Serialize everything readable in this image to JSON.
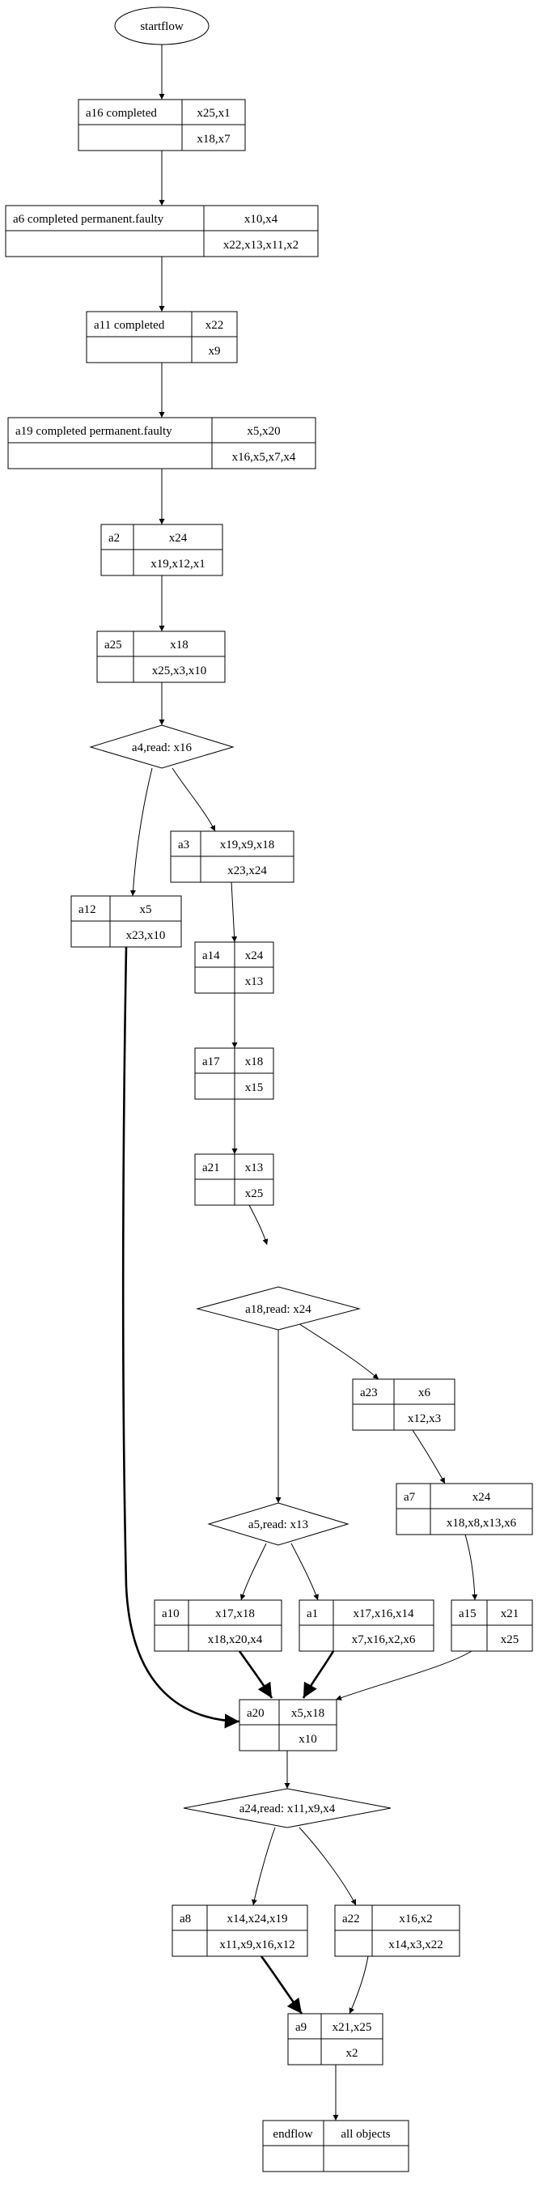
{
  "start": {
    "label": "startflow"
  },
  "nodes": {
    "a16": {
      "label": "a16 completed",
      "written": "x25,x1",
      "read": "x18,x7"
    },
    "a6": {
      "label": "a6 completed permanent.faulty",
      "written": "x10,x4",
      "read": "x22,x13,x11,x2"
    },
    "a11": {
      "label": "a11 completed",
      "written": "x22",
      "read": "x9"
    },
    "a19": {
      "label": "a19 completed permanent.faulty",
      "written": "x5,x20",
      "read": "x16,x5,x7,x4"
    },
    "a2": {
      "label": "a2",
      "written": "x24",
      "read": "x19,x12,x1"
    },
    "a25": {
      "label": "a25",
      "written": "x18",
      "read": "x25,x3,x10"
    },
    "a3": {
      "label": "a3",
      "written": "x19,x9,x18",
      "read": "x23,x24"
    },
    "a12": {
      "label": "a12",
      "written": "x5",
      "read": "x23,x10"
    },
    "a14": {
      "label": "a14",
      "written": "x24",
      "read": "x13"
    },
    "a17": {
      "label": "a17",
      "written": "x18",
      "read": "x15"
    },
    "a21": {
      "label": "a21",
      "written": "x13",
      "read": "x25"
    },
    "a23": {
      "label": "a23",
      "written": "x6",
      "read": "x12,x3"
    },
    "a7": {
      "label": "a7",
      "written": "x24",
      "read": "x18,x8,x13,x6"
    },
    "a10": {
      "label": "a10",
      "written": "x17,x18",
      "read": "x18,x20,x4"
    },
    "a1": {
      "label": "a1",
      "written": "x17,x16,x14",
      "read": "x7,x16,x2,x6"
    },
    "a15": {
      "label": "a15",
      "written": "x21",
      "read": "x25"
    },
    "a20": {
      "label": "a20",
      "written": "x5,x18",
      "read": "x10"
    },
    "a8": {
      "label": "a8",
      "written": "x14,x24,x19",
      "read": "x11,x9,x16,x12"
    },
    "a22": {
      "label": "a22",
      "written": "x16,x2",
      "read": "x14,x3,x22"
    },
    "a9": {
      "label": "a9",
      "written": "x21,x25",
      "read": "x2"
    }
  },
  "decisions": {
    "a4": {
      "label": "a4,read: x16"
    },
    "a18": {
      "label": "a18,read: x24"
    },
    "a5": {
      "label": "a5,read: x13"
    },
    "a24": {
      "label": "a24,read: x11,x9,x4"
    }
  },
  "end": {
    "label": "endflow",
    "written": "all objects"
  }
}
